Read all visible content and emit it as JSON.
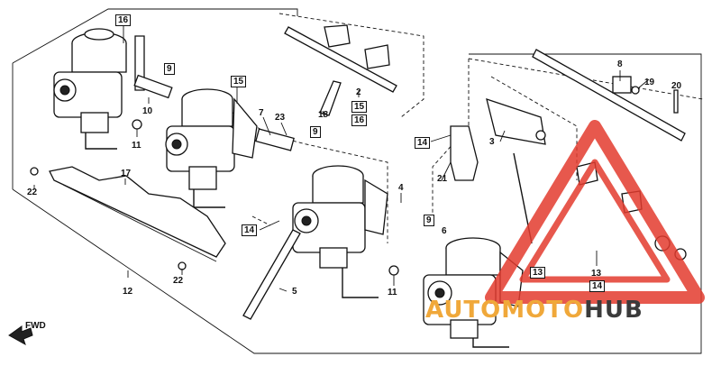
{
  "labels": [
    {
      "id": "l16a",
      "text": "16",
      "boxed": true
    },
    {
      "id": "l9a",
      "text": "9",
      "boxed": true
    },
    {
      "id": "l10",
      "text": "10",
      "boxed": false
    },
    {
      "id": "l11a",
      "text": "11",
      "boxed": false
    },
    {
      "id": "l15",
      "text": "15",
      "boxed": true
    },
    {
      "id": "l7",
      "text": "7",
      "boxed": false
    },
    {
      "id": "l23",
      "text": "23",
      "boxed": false
    },
    {
      "id": "l18",
      "text": "18",
      "boxed": false
    },
    {
      "id": "l2",
      "text": "2",
      "boxed": false
    },
    {
      "id": "l15b",
      "text": "15",
      "boxed": true
    },
    {
      "id": "l16b",
      "text": "16",
      "boxed": true
    },
    {
      "id": "l9b",
      "text": "9",
      "boxed": true
    },
    {
      "id": "l22a",
      "text": "22",
      "boxed": false
    },
    {
      "id": "l17",
      "text": "17",
      "boxed": false
    },
    {
      "id": "l14a",
      "text": "14",
      "boxed": true
    },
    {
      "id": "l4",
      "text": "4",
      "boxed": false
    },
    {
      "id": "l9c",
      "text": "9",
      "boxed": true
    },
    {
      "id": "l6",
      "text": "6",
      "boxed": false
    },
    {
      "id": "l5",
      "text": "5",
      "boxed": false
    },
    {
      "id": "l12",
      "text": "12",
      "boxed": false
    },
    {
      "id": "l22b",
      "text": "22",
      "boxed": false
    },
    {
      "id": "l11b",
      "text": "11",
      "boxed": false
    },
    {
      "id": "l14b",
      "text": "14",
      "boxed": true
    },
    {
      "id": "l3",
      "text": "3",
      "boxed": false
    },
    {
      "id": "l21",
      "text": "21",
      "boxed": false
    },
    {
      "id": "l8",
      "text": "8",
      "boxed": false
    },
    {
      "id": "l19",
      "text": "19",
      "boxed": false
    },
    {
      "id": "l20",
      "text": "20",
      "boxed": false
    },
    {
      "id": "l13a",
      "text": "13",
      "boxed": true
    },
    {
      "id": "l13b",
      "text": "13",
      "boxed": false
    },
    {
      "id": "l14c",
      "text": "14",
      "boxed": true
    }
  ],
  "fwd_label": "FWD",
  "watermark": {
    "part_a": "AUTO",
    "part_b": "MOTO",
    "part_c": "HUB"
  },
  "colors": {
    "watermark_red": "#e33b2e",
    "watermark_orange": "#f0a83a",
    "watermark_gray": "#3b3b3b",
    "ink": "#111111"
  }
}
